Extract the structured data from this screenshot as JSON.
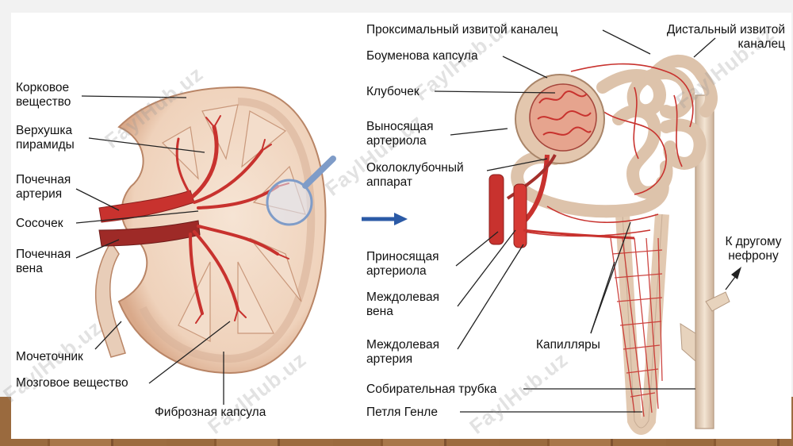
{
  "kidney_labels": {
    "cortex": "Корковое\nвещество",
    "pyramid_apex": "Верхушка\nпирамиды",
    "renal_artery": "Почечная\nартерия",
    "papilla": "Сосочек",
    "renal_vein": "Почечная\nвена",
    "ureter": "Мочеточник",
    "medulla": "Мозговое вещество",
    "fibrous_capsule": "Фиброзная капсула"
  },
  "nephron_labels": {
    "proximal_tubule": "Проксимальный извитой каналец",
    "distal_tubule": "Дистальный извитой\nканалец",
    "bowman_capsule": "Боуменова капсула",
    "glomerulus": "Клубочек",
    "efferent_arteriole": "Выносящая\nартериола",
    "juxtaglomerular": "Околоклубочный\nаппарат",
    "afferent_arteriole": "Приносящая\nартериола",
    "interlobar_vein": "Междолевая\nвена",
    "interlobar_artery": "Междолевая\nартерия",
    "capillaries": "Капилляры",
    "collecting_duct": "Собирательная трубка",
    "loop_of_henle": "Петля Генле",
    "to_other_nephron": "К другому\nнефрону"
  },
  "watermarks": [
    "FaylHub.uz",
    "FaylHub.uz",
    "FaylHub.uz",
    "FaylHub.uz",
    "FaylHub.uz",
    "FaylHub.uz",
    "FaylHub.uz"
  ],
  "colors": {
    "artery": "#c8322e",
    "vein": "#9e2a27",
    "tissue": "#f1d9c6",
    "tubule": "#e7d3bd",
    "arrow": "#2b5aa6"
  }
}
